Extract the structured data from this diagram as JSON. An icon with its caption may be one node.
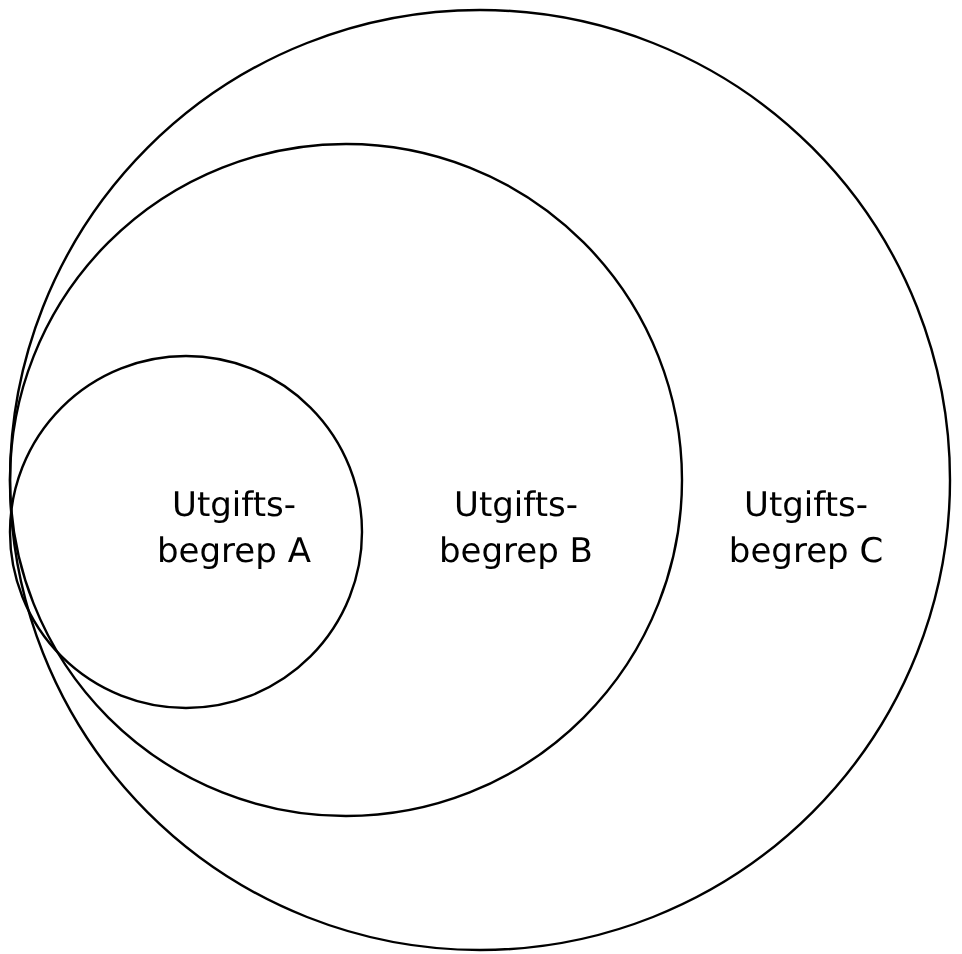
{
  "diagram": {
    "nodes": [
      {
        "text": [
          "Utgifts- begrep C"
        ]
      },
      {
        "text": [
          "Utgifts- begrep B"
        ],
        "in": 0
      },
      {
        "text": [
          "Utgifts- begrep A"
        ],
        "in": 1
      }
    ]
  }
}
